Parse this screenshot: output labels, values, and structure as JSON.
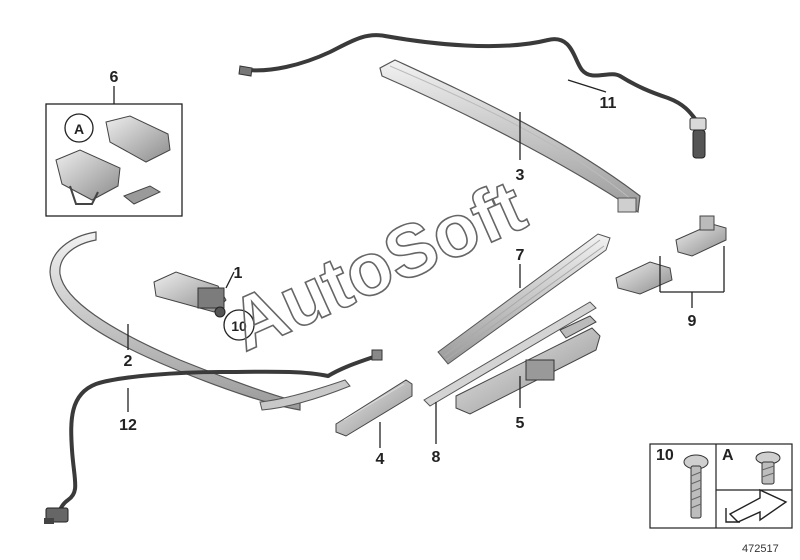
{
  "watermark": "AutoSoft",
  "doc_number": "472517",
  "callouts": {
    "c1": "1",
    "c2": "2",
    "c3": "3",
    "c4": "4",
    "c5": "5",
    "c6": "6",
    "c7": "7",
    "c8": "8",
    "c9": "9",
    "c10": "10",
    "c11": "11",
    "c12": "12"
  },
  "inset": {
    "letter": "A"
  },
  "legend": {
    "cell_10": "10",
    "cell_a": "A"
  }
}
